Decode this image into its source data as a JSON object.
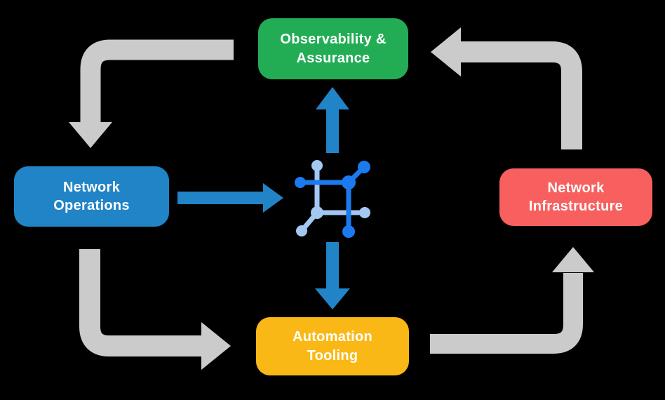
{
  "canvas": {
    "background": "#000000"
  },
  "diagram": {
    "nodes": {
      "observability": {
        "label": "Observability &\nAssurance",
        "color": "#22AD55"
      },
      "operations": {
        "label": "Network\nOperations",
        "color": "#2184C6"
      },
      "infrastructure": {
        "label": "Network\nInfrastructure",
        "color": "#F7605F"
      },
      "automation": {
        "label": "Automation\nTooling",
        "color": "#F9B815"
      }
    },
    "center_icon": {
      "name": "network-mesh-icon",
      "dark_blue": "#1B7AEE",
      "light_blue": "#A3C8F2"
    },
    "arrows": {
      "gray_color": "#CBCBCB",
      "blue_color": "#2184C6",
      "cycle": [
        {
          "from": "observability",
          "to": "operations"
        },
        {
          "from": "operations",
          "to": "automation"
        },
        {
          "from": "automation",
          "to": "infrastructure"
        },
        {
          "from": "infrastructure",
          "to": "observability"
        }
      ],
      "center": [
        {
          "from": "operations",
          "to": "center-icon"
        },
        {
          "from": "center-icon",
          "to": "observability"
        },
        {
          "from": "center-icon",
          "to": "automation"
        }
      ]
    }
  }
}
